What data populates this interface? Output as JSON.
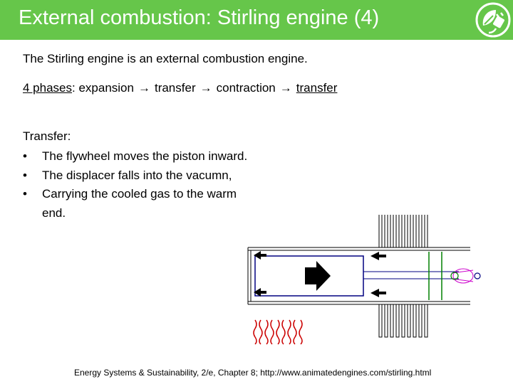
{
  "header": {
    "title": "External combustion: Stirling engine (4)",
    "bar_color": "#66c64a",
    "logo_icon": "leaf-plug-icon"
  },
  "body": {
    "intro": "The Stirling engine is an external combustion engine.",
    "phases": {
      "label": "4 phases",
      "separator": ": ",
      "arrow": "→",
      "items": [
        "expansion",
        "transfer",
        "contraction",
        "transfer"
      ]
    },
    "transfer_heading": "Transfer:",
    "bullets": [
      "The flywheel moves the piston inward.",
      "The displacer falls into the vacumn,",
      "Carrying the cooled gas to the warm end."
    ]
  },
  "figure": {
    "description_icon": "stirling-engine-animation-frame",
    "outline_color": "#000080",
    "rod_color": "#008000",
    "flame_color": "#cc0000"
  },
  "footer": {
    "credit": "Energy Systems & Sustainability, 2/e, Chapter 8; http://www.animatedengines.com/stirling.html"
  }
}
